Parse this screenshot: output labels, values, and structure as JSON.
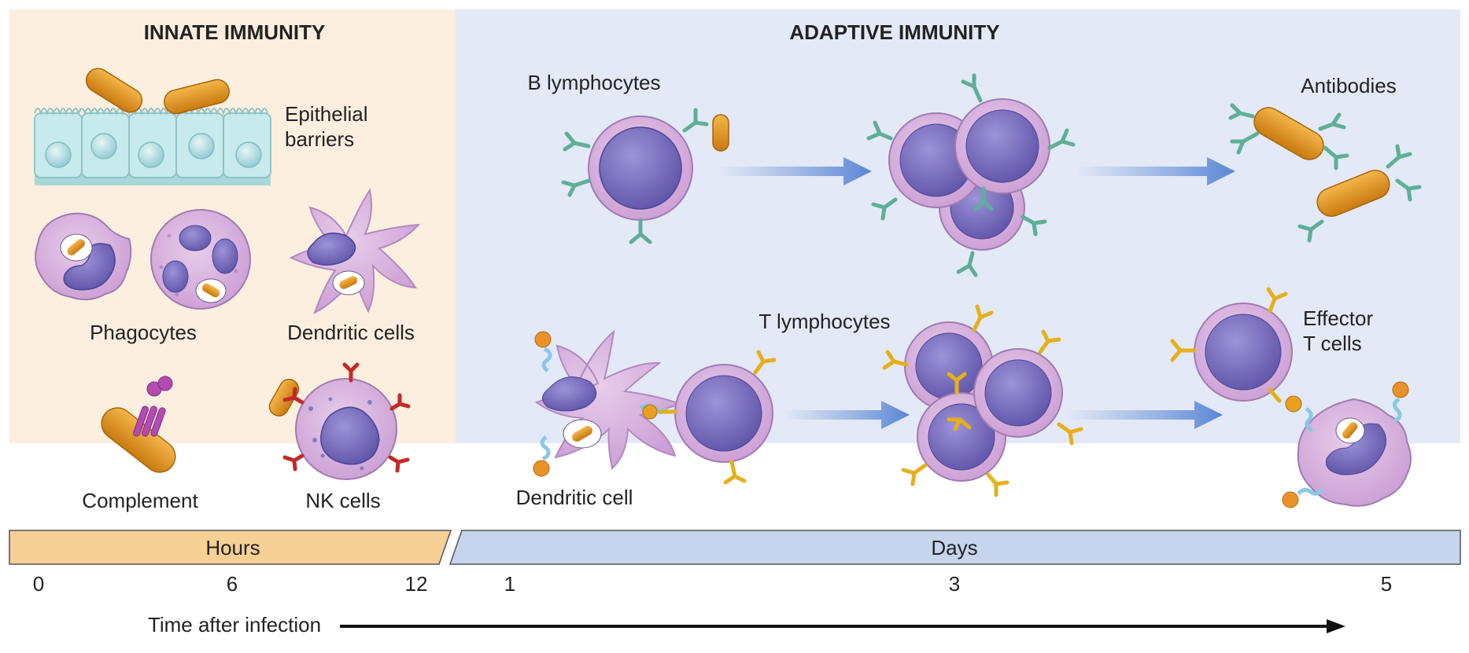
{
  "innate": {
    "title": "INNATE IMMUNITY",
    "epithelial_label_line1": "Epithelial",
    "epithelial_label_line2": "barriers",
    "phagocytes_label": "Phagocytes",
    "dendritic_cells_label": "Dendritic cells",
    "complement_label": "Complement",
    "nk_cells_label": "NK cells"
  },
  "adaptive": {
    "title": "ADAPTIVE IMMUNITY",
    "b_lymphocytes_label": "B lymphocytes",
    "antibodies_label": "Antibodies",
    "t_lymphocytes_label": "T lymphocytes",
    "effector_label_line1": "Effector",
    "effector_label_line2": "T cells",
    "dendritic_cell_label": "Dendritic cell"
  },
  "timeline": {
    "hours_label": "Hours",
    "days_label": "Days",
    "ticks": [
      "0",
      "6",
      "12",
      "1",
      "3",
      "5"
    ],
    "axis_label": "Time after infection"
  },
  "colors": {
    "innate_bg": "#fcefdf",
    "adaptive_bg": "#e3e9f6",
    "hours_bar": "#f7d096",
    "days_bar": "#c6d4ee",
    "bacteria": "#e89a1e",
    "cell_nucleus": "#7b6fc0",
    "cell_body": "#d9b4e0",
    "antibody": "#7fc1ad",
    "t_receptor": "#e6b01a",
    "arrow": "#6b94d8"
  }
}
